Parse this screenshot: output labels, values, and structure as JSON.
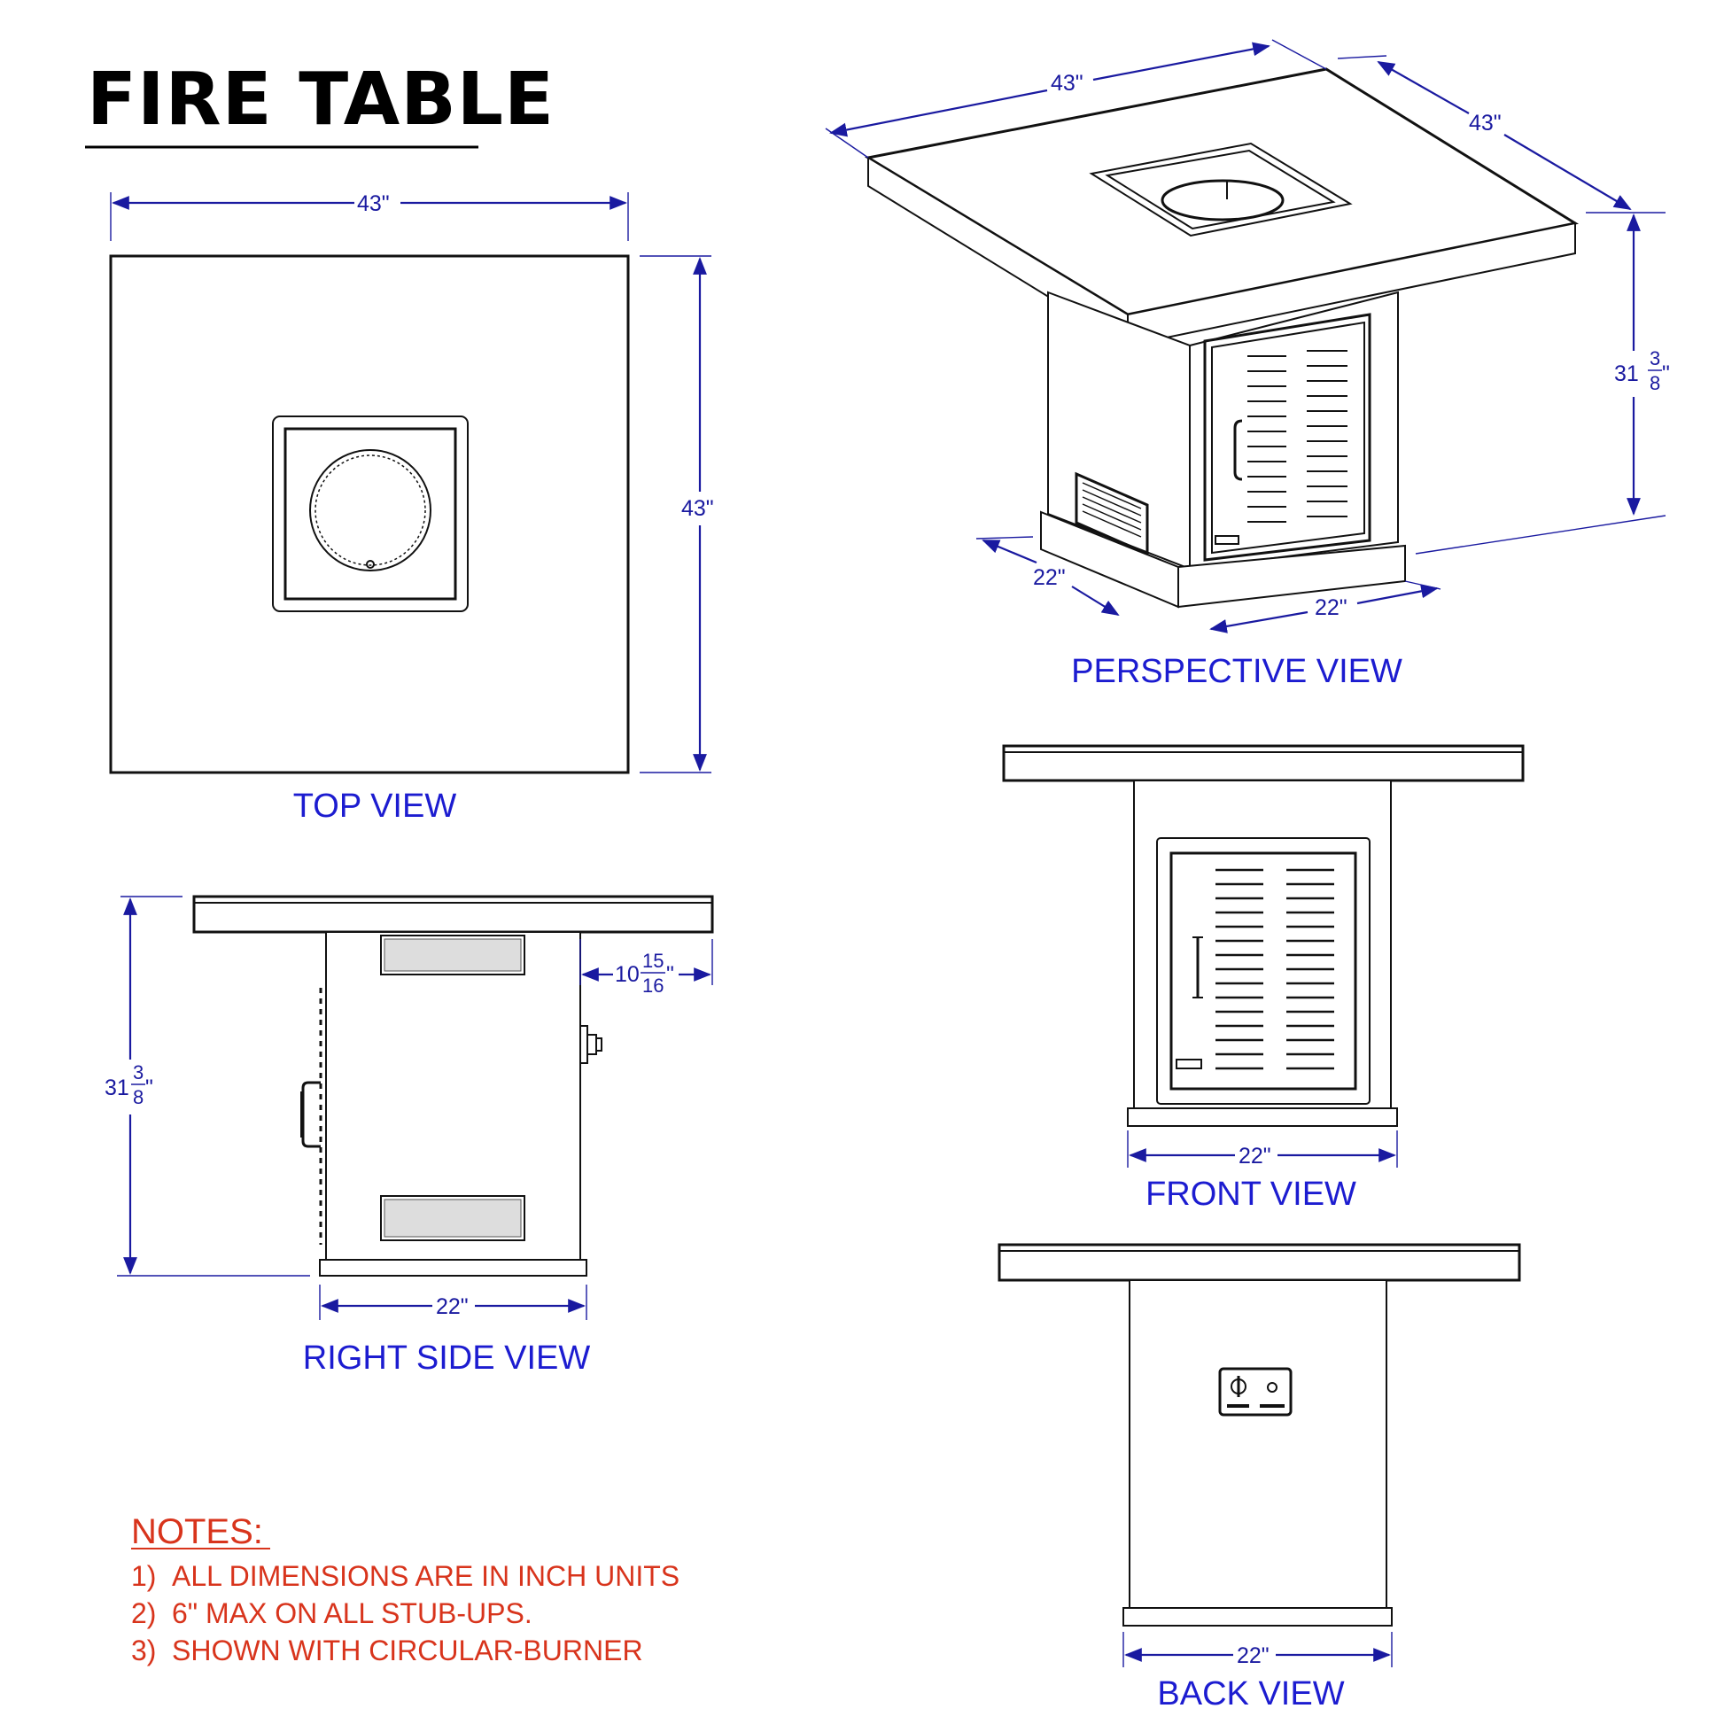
{
  "title": "FIRE TABLE",
  "views": {
    "top": "TOP VIEW",
    "perspective": "PERSPECTIVE VIEW",
    "right_side": "RIGHT SIDE VIEW",
    "front": "FRONT VIEW",
    "back": "BACK VIEW"
  },
  "dimensions": {
    "width": "43\"",
    "depth": "43\"",
    "base": "22\"",
    "height_whole": "31",
    "height_num": "3",
    "height_den": "8",
    "overhang_whole": "10",
    "overhang_num": "15",
    "overhang_den": "16",
    "inch_mark": "\""
  },
  "notes": {
    "heading": "NOTES:",
    "items": [
      {
        "num": "1)",
        "text": "ALL DIMENSIONS ARE IN INCH UNITS"
      },
      {
        "num": "2)",
        "text": "6\" MAX ON ALL STUB-UPS."
      },
      {
        "num": "3)",
        "text": "SHOWN WITH CIRCULAR-BURNER"
      }
    ]
  },
  "colors": {
    "dimension": "#1a1aa0",
    "view_label": "#1c1cd0",
    "notes": "#d8341c",
    "outline": "#111111"
  }
}
